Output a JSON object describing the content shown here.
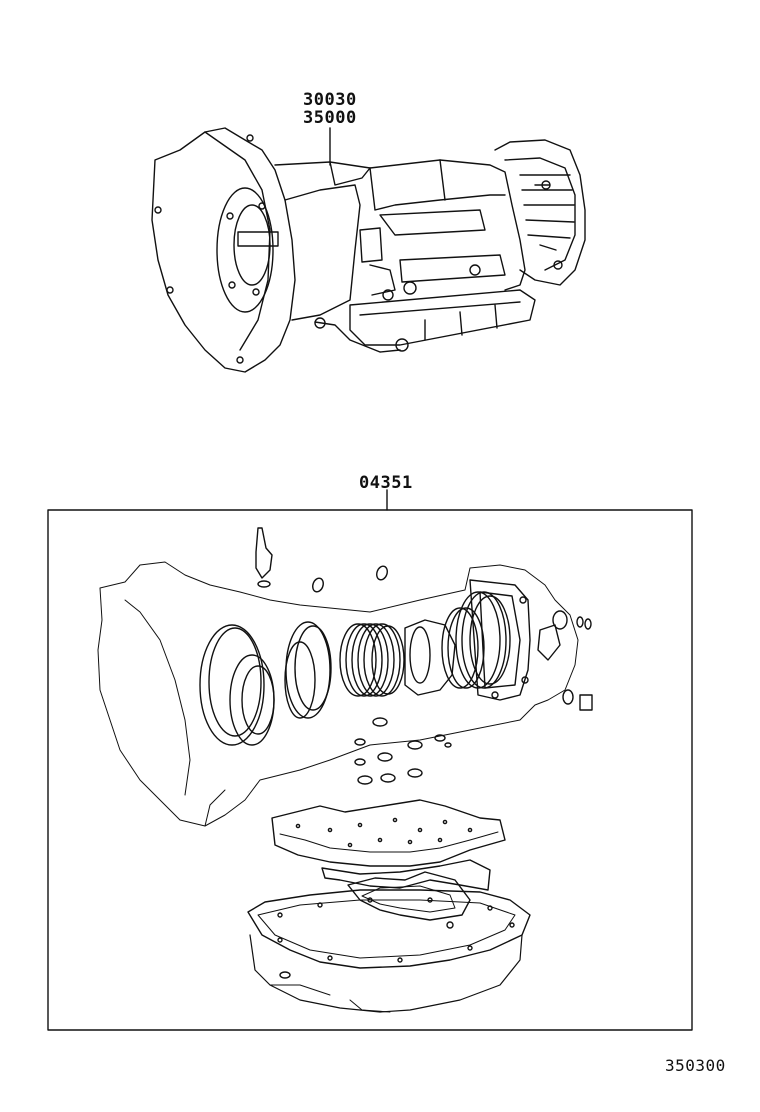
{
  "labels": {
    "assembly_part_1": "30030",
    "assembly_part_2": "35000",
    "gasket_kit": "04351",
    "figure_number": "350300"
  }
}
